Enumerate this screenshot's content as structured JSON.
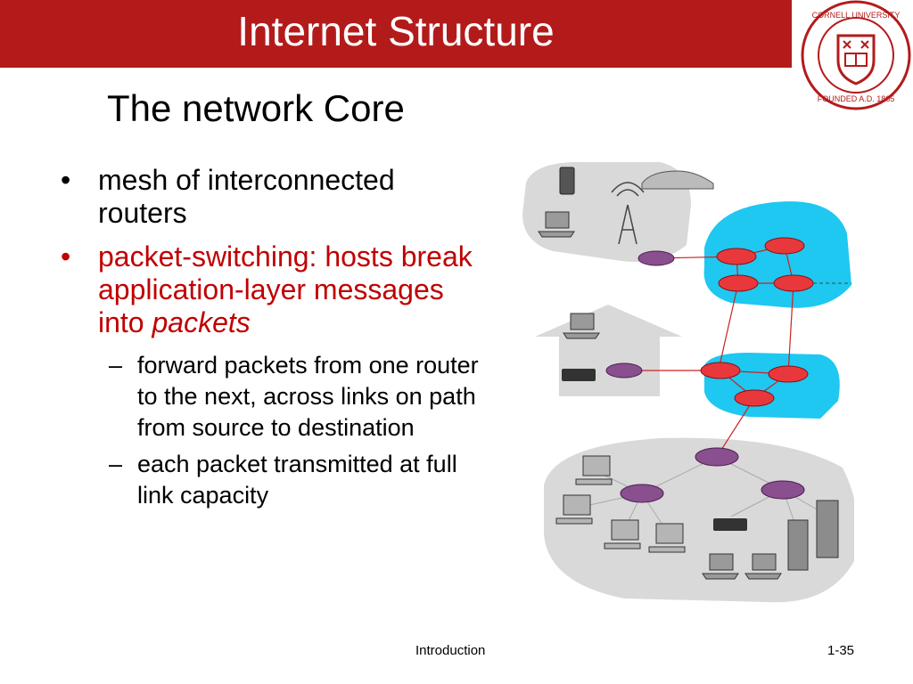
{
  "slide": {
    "title": "Internet Structure",
    "subtitle": "The network Core",
    "bullets": [
      {
        "text": "mesh of interconnected routers",
        "color": "#000000"
      },
      {
        "text_before_emphasis": "packet-switching: hosts break application-layer messages into ",
        "emphasis": "packets",
        "color": "#c00000"
      }
    ],
    "sub_bullets": [
      "forward packets from one router to the next, across links on path from source to destination",
      "each packet transmitted at full link capacity"
    ],
    "footer": {
      "label": "Introduction",
      "page": "1-35"
    },
    "seal": {
      "ring_text": "CORNELL UNIVERSITY · FOUNDED A.D. 1865"
    }
  },
  "colors": {
    "title_bar": "#b31b1b",
    "highlight": "#c00000",
    "isp_network": "#1ec8f0",
    "access_network": "#d9d9d9",
    "router_red": "#e8383c",
    "router_purple": "#8a4f8f"
  }
}
